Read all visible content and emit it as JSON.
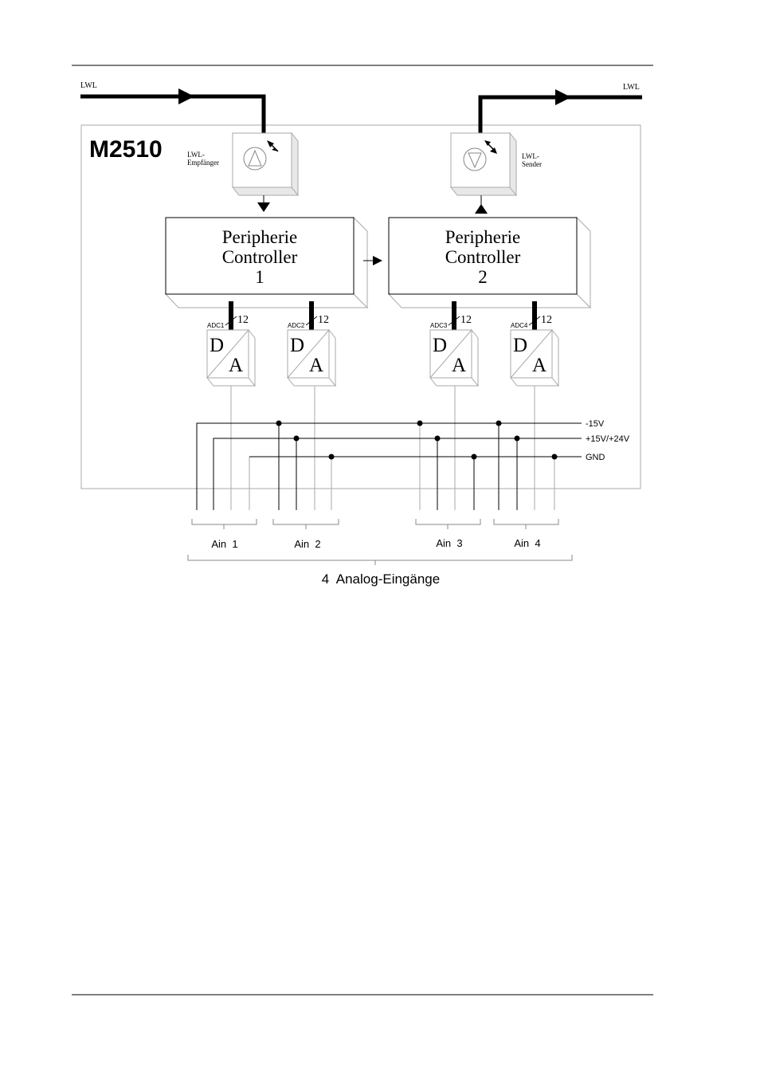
{
  "module": {
    "name": "M2510"
  },
  "lwl": {
    "in_label": "LWL",
    "out_label": "LWL",
    "receiver_label_1": "LWL-",
    "receiver_label_2": "Empfänger",
    "sender_label_1": "LWL-",
    "sender_label_2": "Sender"
  },
  "controllers": [
    {
      "line1": "Peripherie",
      "line2": "Controller",
      "line3": "1"
    },
    {
      "line1": "Peripherie",
      "line2": "Controller",
      "line3": "2"
    }
  ],
  "adcs": [
    {
      "name": "ADC1",
      "bits": "12",
      "d": "D",
      "a": "A"
    },
    {
      "name": "ADC2",
      "bits": "12",
      "d": "D",
      "a": "A"
    },
    {
      "name": "ADC3",
      "bits": "12",
      "d": "D",
      "a": "A"
    },
    {
      "name": "ADC4",
      "bits": "12",
      "d": "D",
      "a": "A"
    }
  ],
  "rails": [
    {
      "label": "-15V"
    },
    {
      "label": "+15V/+24V"
    },
    {
      "label": "GND"
    }
  ],
  "inputs": [
    {
      "label": "Ain  1"
    },
    {
      "label": "Ain  2"
    },
    {
      "label": "Ain  3"
    },
    {
      "label": "Ain  4"
    }
  ],
  "group_label": "4  Analog-Eingänge",
  "colors": {
    "line": "#000000",
    "frame": "#aaaaaa",
    "shade": "#cfcfcf"
  }
}
